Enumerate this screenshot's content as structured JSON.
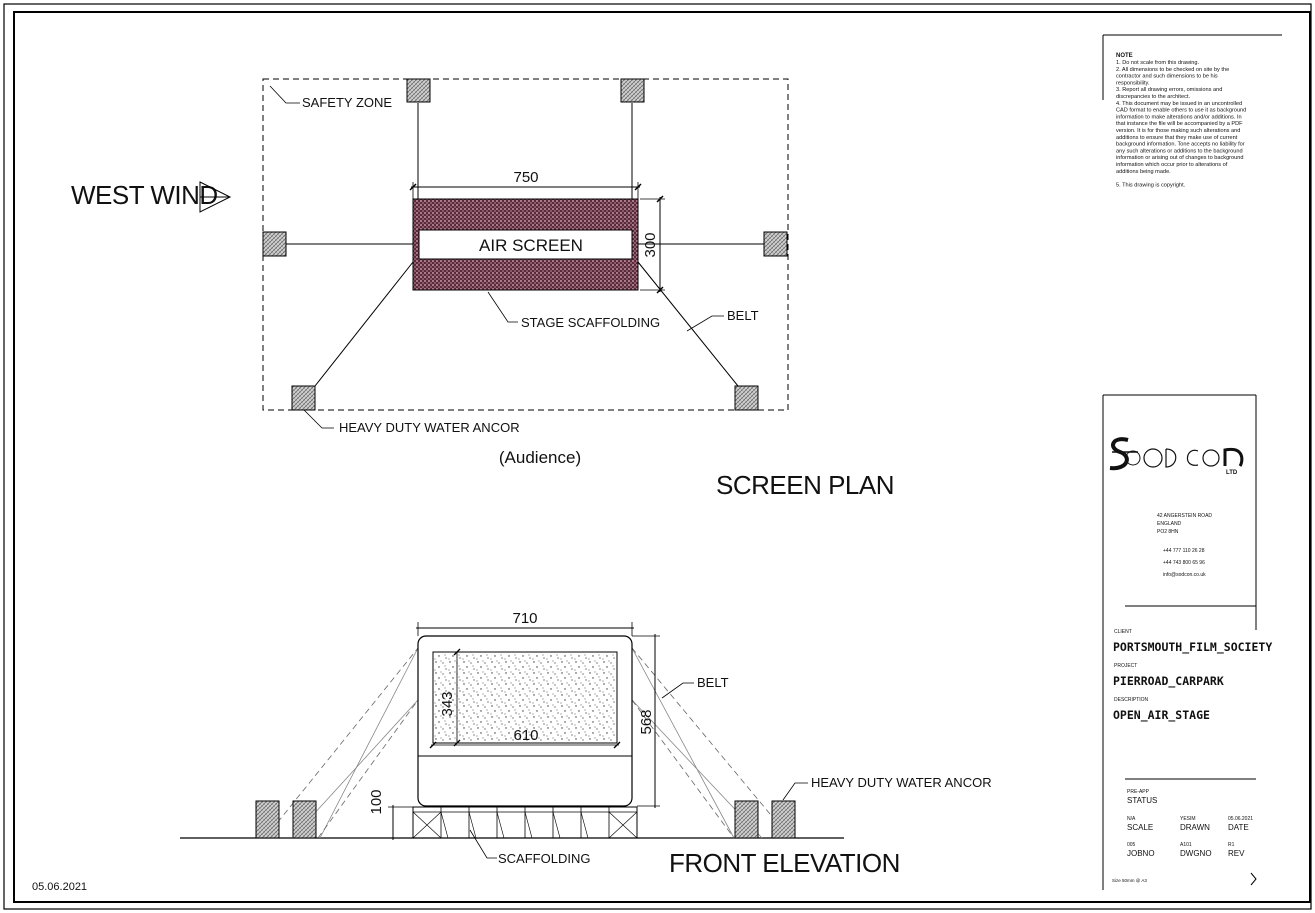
{
  "drawing": {
    "date_stamp": "05.06.2021",
    "plan": {
      "wind_label": "WEST WIND",
      "safety_zone": "SAFETY ZONE",
      "width_dim": "750",
      "depth_dim": "300",
      "screen_label": "AIR SCREEN",
      "stage_scaffolding": "STAGE SCAFFOLDING",
      "belt": "BELT",
      "anchor": "HEAVY DUTY WATER ANCOR",
      "audience": "(Audience)",
      "title": "SCREEN PLAN"
    },
    "elevation": {
      "overall_width": "710",
      "screen_width": "610",
      "screen_height": "343",
      "overall_height": "568",
      "base_height": "100",
      "belt": "BELT",
      "anchor": "HEAVY DUTY WATER ANCOR",
      "scaffolding": "SCAFFOLDING",
      "title": "FRONT ELEVATION"
    }
  },
  "notes": {
    "heading": "NOTE",
    "lines": [
      "1.       Do not scale from this drawing.",
      "2.       All dimensions to be checked on site by the",
      "contractor and such dimensions to be his",
      "responsibility.",
      "3.       Report all drawing errors, omissions and",
      "discrepancies to the architect.",
      "4.       This document may be issued in an uncontrolled",
      "CAD format to enable others to use it as background",
      "information to make alterations and/or additions. In",
      "that instance the file will be accompanied by a PDF",
      "version. It is for those making such alterations and",
      "additions to ensure that they make use of current",
      "background information. Tone accepts no liability for",
      "any such alterations or additions to the background",
      "information or arising out of changes to background",
      "information which occur prior to alterations of",
      "additions being made.",
      "5. This drawing is copyright."
    ]
  },
  "titleblock": {
    "logo_suffix": "LTD",
    "address": [
      "42 ANGERSTEIN ROAD",
      "ENGLAND",
      "PO2 8HN"
    ],
    "phones": [
      "+44 777 110 26 28",
      "+44 743 800 65 96"
    ],
    "email": "info@sodcon.co.uk",
    "client_label": "CLIENT",
    "client": "PORTSMOUTH_FILM_SOCIETY",
    "project_label": "PROJECT",
    "project": "PIERROAD_CARPARK",
    "description_label": "DESCRIPTION",
    "description": "OPEN_AIR_STAGE",
    "status_value": "PRE-APP",
    "status_label": "STATUS",
    "scale_value": "N/A",
    "scale_label": "SCALE",
    "drawn_value": "YESIM",
    "drawn_label": "DRAWN",
    "date_value": "05.06.2021",
    "date_label": "DATE",
    "jobno_value": "005",
    "jobno_label": "JOBNO",
    "dwgno_value": "A101",
    "dwgno_label": "DWGNO",
    "rev_value": "R1",
    "rev_label": "REV",
    "footer": "Size 50mm @ A3"
  }
}
